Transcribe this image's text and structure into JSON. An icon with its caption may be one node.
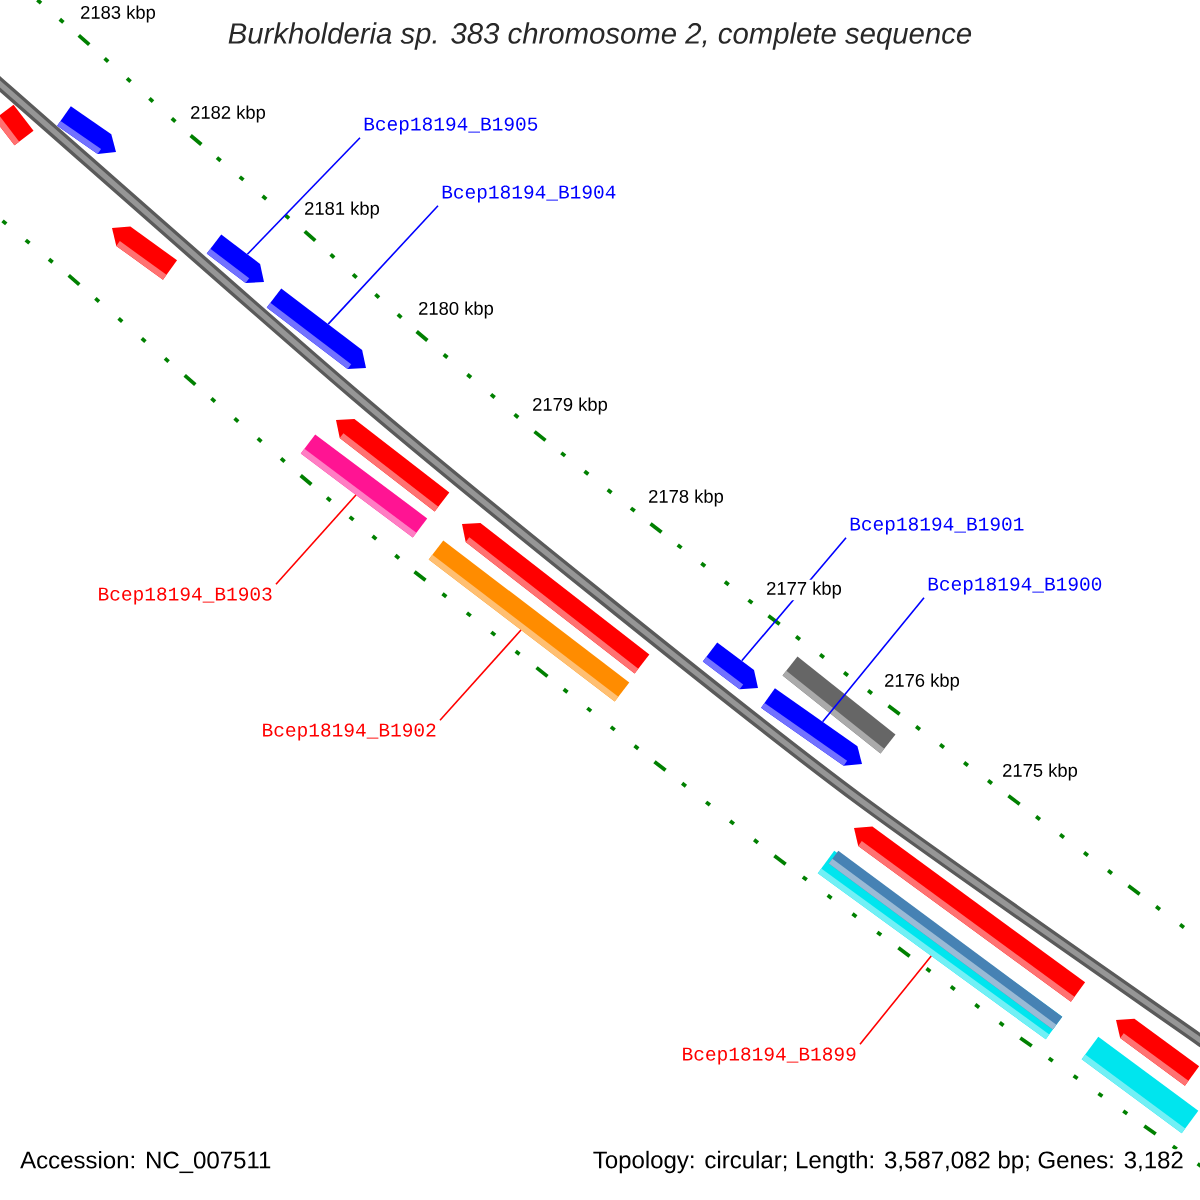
{
  "diagram": {
    "title": "Burkholderia sp. 383 chromosome 2, complete sequence",
    "nodes": [
      {
        "text": [
          "Bcep18194_B1905"
        ]
      },
      {
        "text": [
          "Bcep18194_B1904"
        ]
      },
      {
        "text": [
          "Bcep18194_B1903"
        ]
      },
      {
        "text": [
          "Bcep18194_B1902"
        ]
      },
      {
        "text": [
          "Bcep18194_B1901"
        ]
      },
      {
        "text": [
          "Bcep18194_B1900"
        ]
      },
      {
        "text": [
          "Bcep18194_B1899"
        ]
      },
      {
        "text": [],
        "shape": "bar"
      },
      {
        "text": [],
        "shape": "bar"
      },
      {
        "text": [],
        "shape": "bar"
      },
      {
        "text": [],
        "shape": "bar"
      },
      {
        "text": [],
        "shape": "bar"
      },
      {
        "text": [],
        "shape": "bar"
      },
      {
        "text": [],
        "shape": "bar"
      },
      {
        "text": [],
        "shape": "bar"
      },
      {
        "text": [],
        "shape": "bar"
      },
      {
        "text": [],
        "shape": "bar"
      },
      {
        "text": [],
        "shape": "bar"
      },
      {
        "text": [],
        "shape": "bar"
      },
      {
        "text": [],
        "shape": "bar"
      },
      {
        "text": [],
        "shape": "bar"
      },
      {
        "text": [],
        "shape": "bar"
      },
      {
        "text": [],
        "shape": "bar"
      }
    ],
    "edges": [
      {
        "from": 0,
        "to": 7,
        "arrow": "none",
        "color": "#0000ff"
      },
      {
        "from": 1,
        "to": 8,
        "arrow": "none",
        "color": "#0000ff"
      },
      {
        "from": 2,
        "to": 9,
        "arrow": "none",
        "color": "#ff0000"
      },
      {
        "from": 3,
        "to": 10,
        "arrow": "none",
        "color": "#ff0000"
      },
      {
        "from": 4,
        "to": 11,
        "arrow": "none",
        "color": "#0000ff"
      },
      {
        "from": 5,
        "to": 12,
        "arrow": "none",
        "color": "#0000ff"
      },
      {
        "from": 6,
        "to": 13,
        "arrow": "none",
        "color": "#ff0000"
      }
    ],
    "labels": [
      "2183 kbp",
      "2182 kbp",
      "2181 kbp",
      "2180 kbp",
      "2179 kbp",
      "2178 kbp",
      "2177 kbp",
      "2176 kbp",
      "2175 kbp",
      "Accession: NC_007511",
      "Topology: circular; Length: 3,587,082 bp; Genes: 3,182"
    ]
  }
}
